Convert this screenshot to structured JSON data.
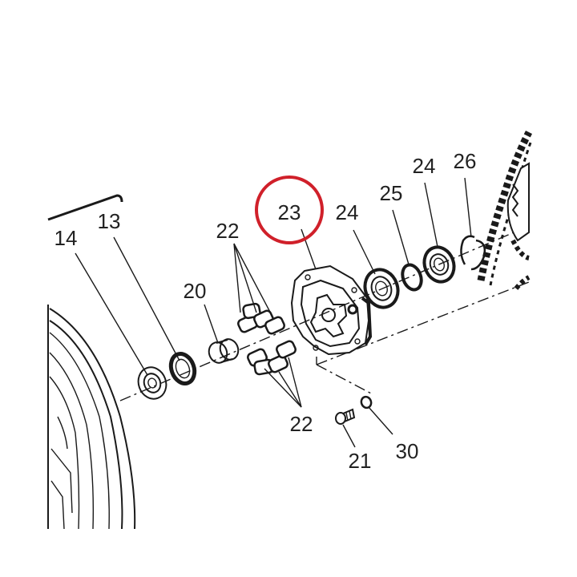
{
  "callouts": {
    "c14": "14",
    "c13": "13",
    "c20": "20",
    "c22_top": "22",
    "c22_bottom": "22",
    "c23": "23",
    "c24_left": "24",
    "c25": "25",
    "c24_right": "24",
    "c26": "26",
    "c21": "21",
    "c30": "30"
  },
  "highlight": {
    "target": "23",
    "color": "#d0202a"
  },
  "ink_color": "#1a1a1a"
}
